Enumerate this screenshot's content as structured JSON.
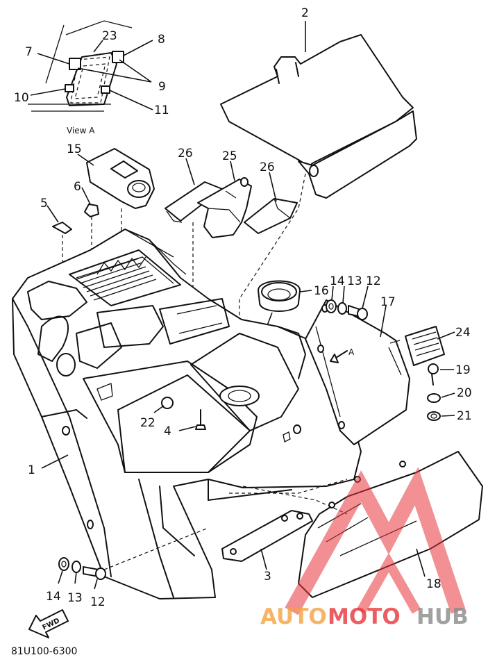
{
  "diagram": {
    "part_code": "81U100-6300",
    "view_label": "View A",
    "view_arrow_label": "A",
    "fwd_label": "FWD",
    "callouts": [
      "2",
      "23",
      "8",
      "7",
      "9",
      "10",
      "11",
      "15",
      "26",
      "25",
      "26",
      "6",
      "5",
      "16",
      "14",
      "13",
      "12",
      "17",
      "24",
      "A",
      "19",
      "20",
      "21",
      "22",
      "4",
      "1",
      "3",
      "18",
      "14",
      "13",
      "12"
    ]
  },
  "watermark": {
    "part1": "AUTO",
    "part2": "MOTO",
    "part3": "HUB",
    "color_orange": "#f4a340",
    "color_red": "#e8353b",
    "color_gray": "#8a8a8a"
  }
}
